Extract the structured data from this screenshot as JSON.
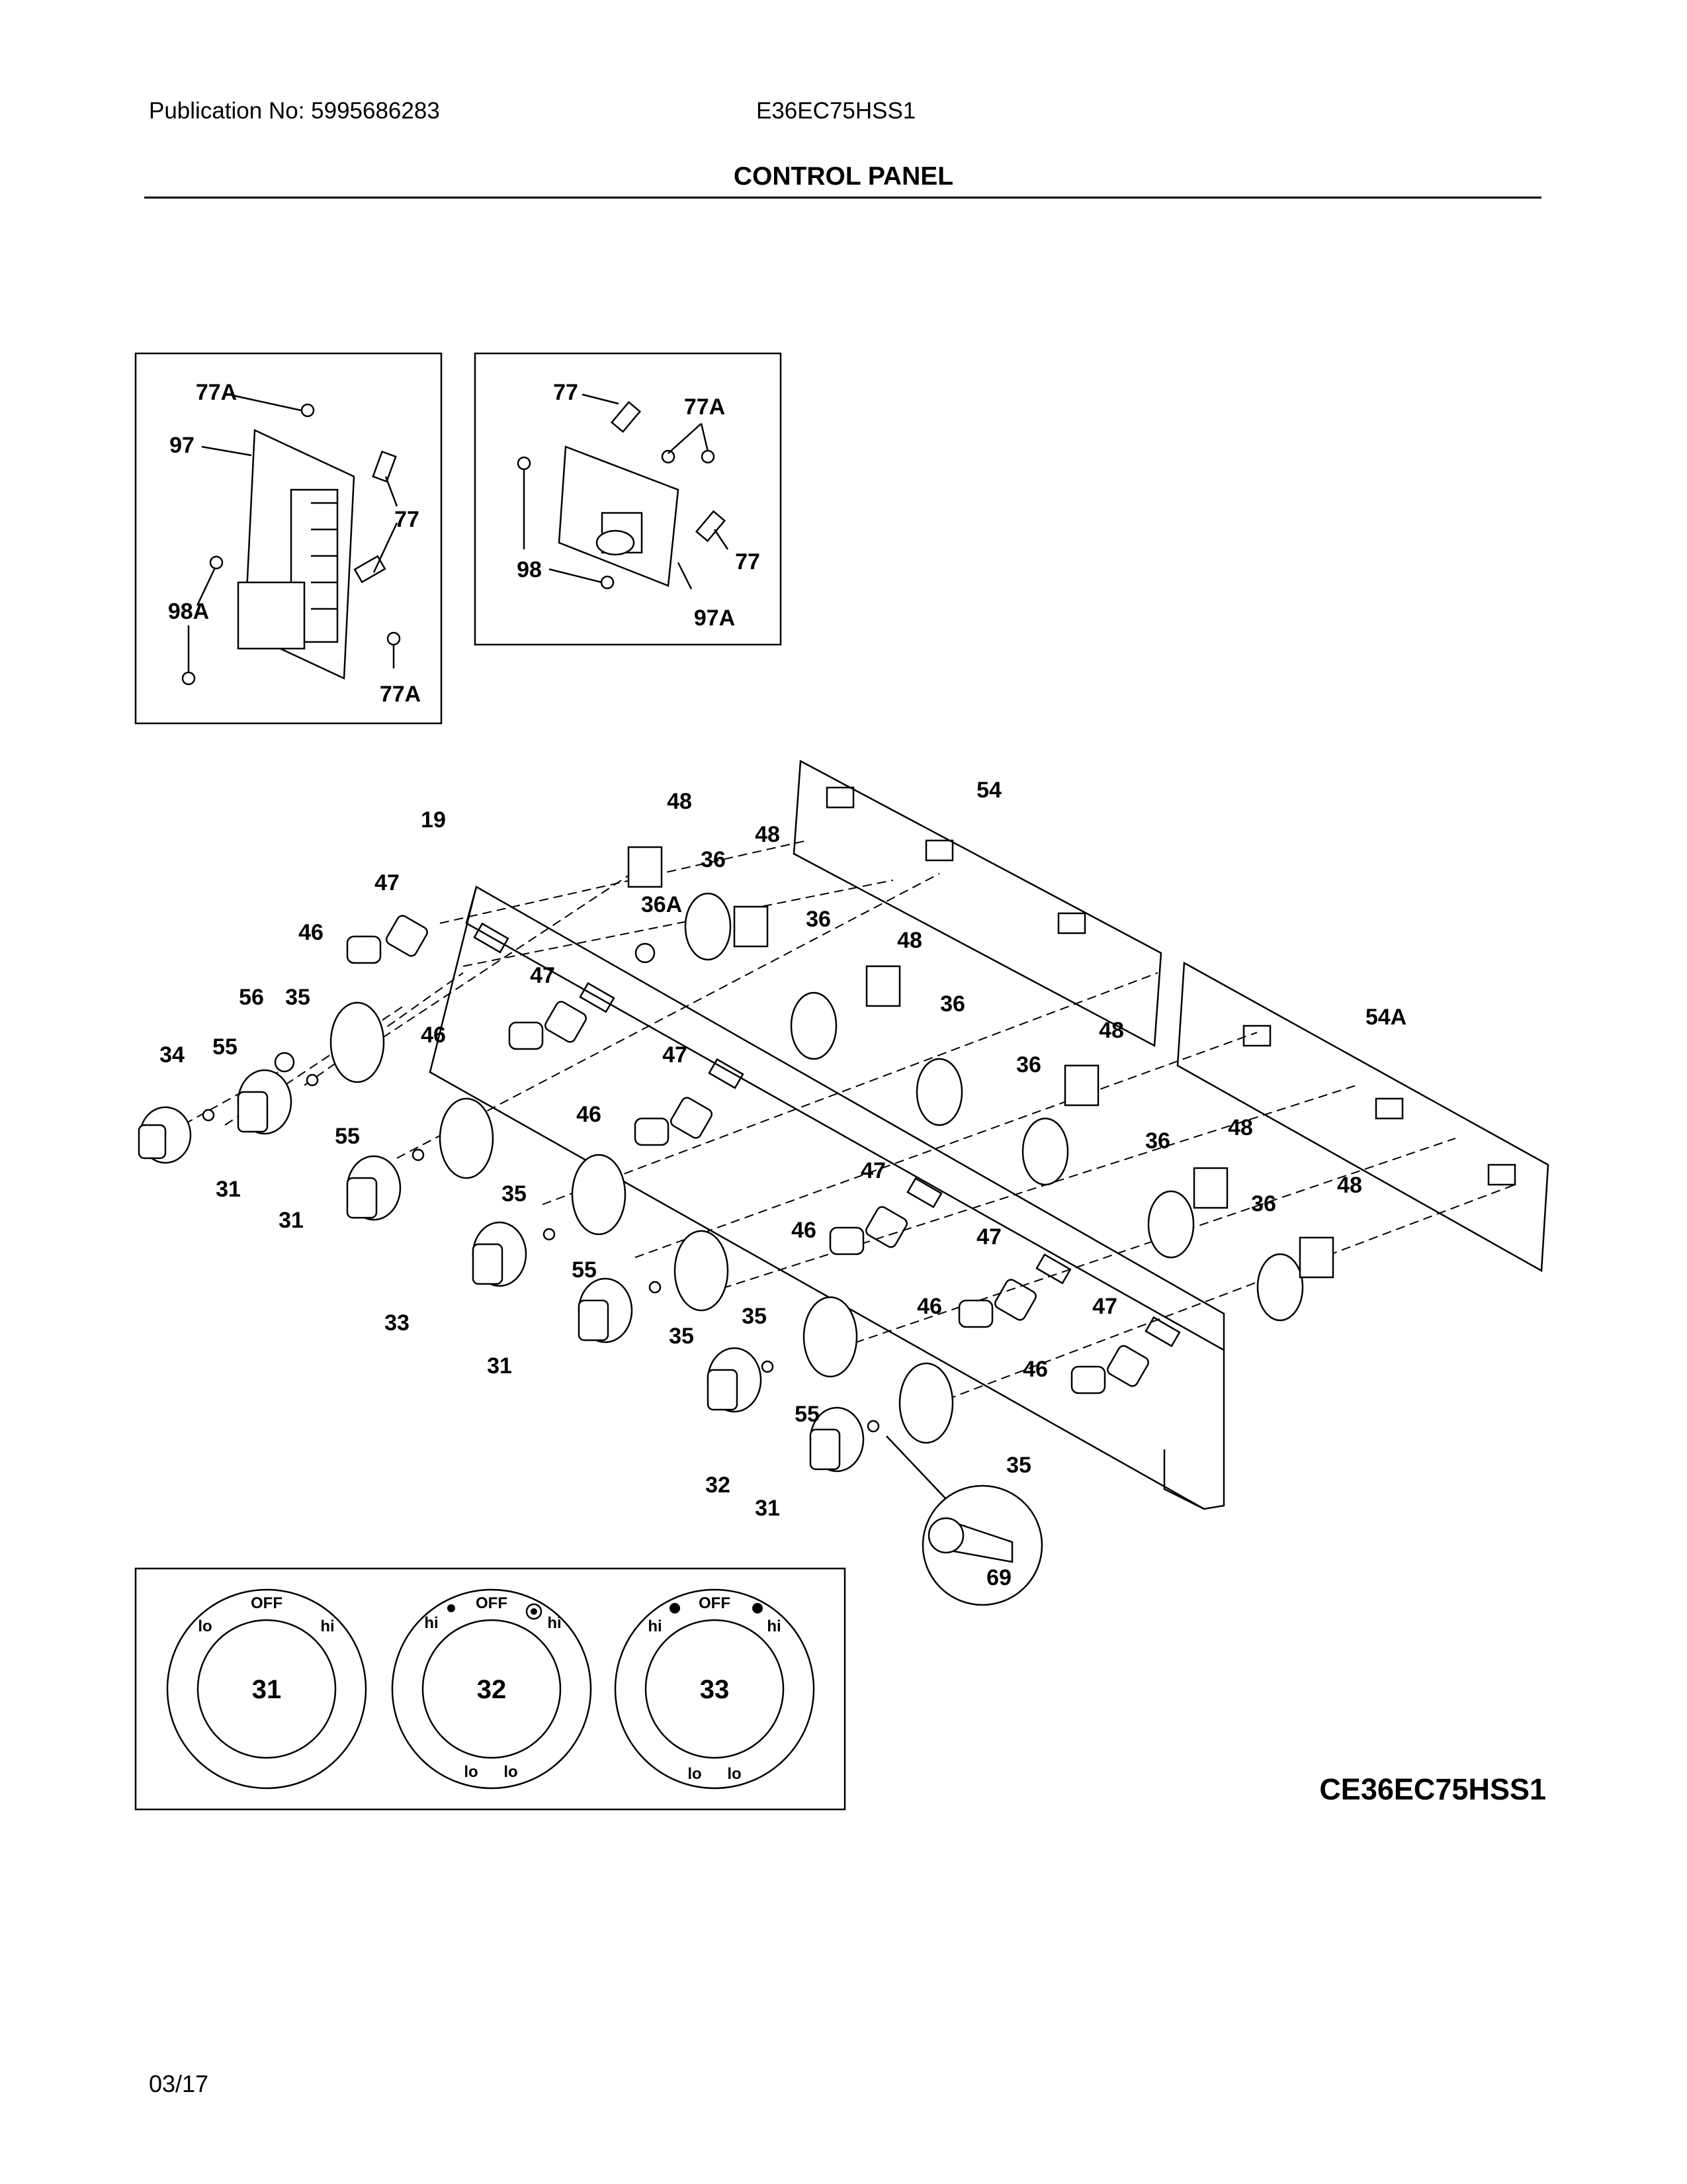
{
  "header": {
    "publication": "Publication No: 5995686283",
    "model": "E36EC75HSS1",
    "section_title": "CONTROL PANEL"
  },
  "footer": {
    "drawing_code": "CE36EC75HSS1",
    "date": "03/17"
  },
  "inset_left": {
    "labels": [
      "77A",
      "97",
      "77",
      "98A",
      "77A"
    ]
  },
  "inset_right": {
    "labels": [
      "77",
      "77A",
      "98",
      "77",
      "97A"
    ]
  },
  "main": {
    "labels": {
      "l19": "19",
      "l54": "54",
      "l54A": "54A",
      "l34": "34",
      "l56": "56",
      "l69": "69",
      "l32": "32",
      "l33": "33",
      "l36A": "36A",
      "l31": "31",
      "l35": "35",
      "l36": "36",
      "l46": "46",
      "l47": "47",
      "l48": "48",
      "l55": "55"
    }
  },
  "dials": [
    {
      "number": "31",
      "top": "OFF",
      "left": "lo",
      "right": "hi",
      "bottom_left": "",
      "bottom_right": ""
    },
    {
      "number": "32",
      "top": "OFF",
      "left": "hi",
      "right": "hi",
      "bottom_left": "lo",
      "bottom_right": "lo"
    },
    {
      "number": "33",
      "top": "OFF",
      "left": "hi",
      "right": "hi",
      "bottom_left": "lo",
      "bottom_right": "lo"
    }
  ]
}
